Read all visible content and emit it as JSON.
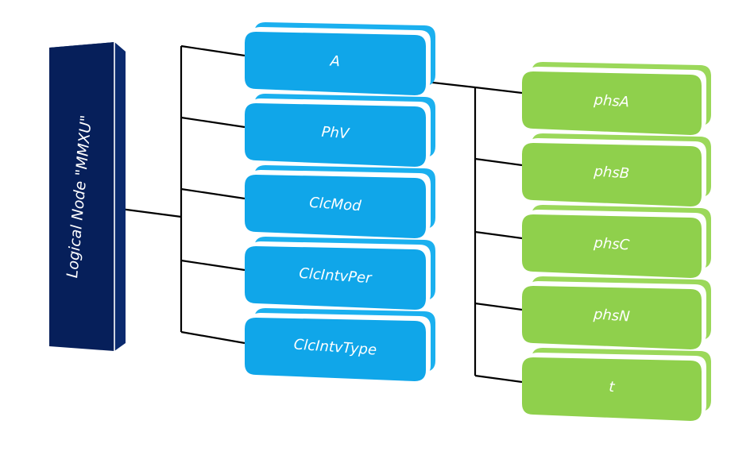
{
  "logical_node": {
    "label": "Logical Node \"MMXU\""
  },
  "data_objects": [
    {
      "label": "A"
    },
    {
      "label": "PhV"
    },
    {
      "label": "ClcMod"
    },
    {
      "label": "ClcIntvPer"
    },
    {
      "label": "ClcIntvType"
    }
  ],
  "attributes": [
    {
      "label": "phsA"
    },
    {
      "label": "phsB"
    },
    {
      "label": "phsC"
    },
    {
      "label": "phsN"
    },
    {
      "label": "t"
    }
  ],
  "colors": {
    "logical_node_front": "#061f5a",
    "logical_node_side": "#0b2a6e",
    "data_object_front": "#10a6e9",
    "data_object_back": "#1bb0ef",
    "attribute_front": "#8fd04c",
    "attribute_back": "#9bd85a",
    "connector": "#000000"
  }
}
